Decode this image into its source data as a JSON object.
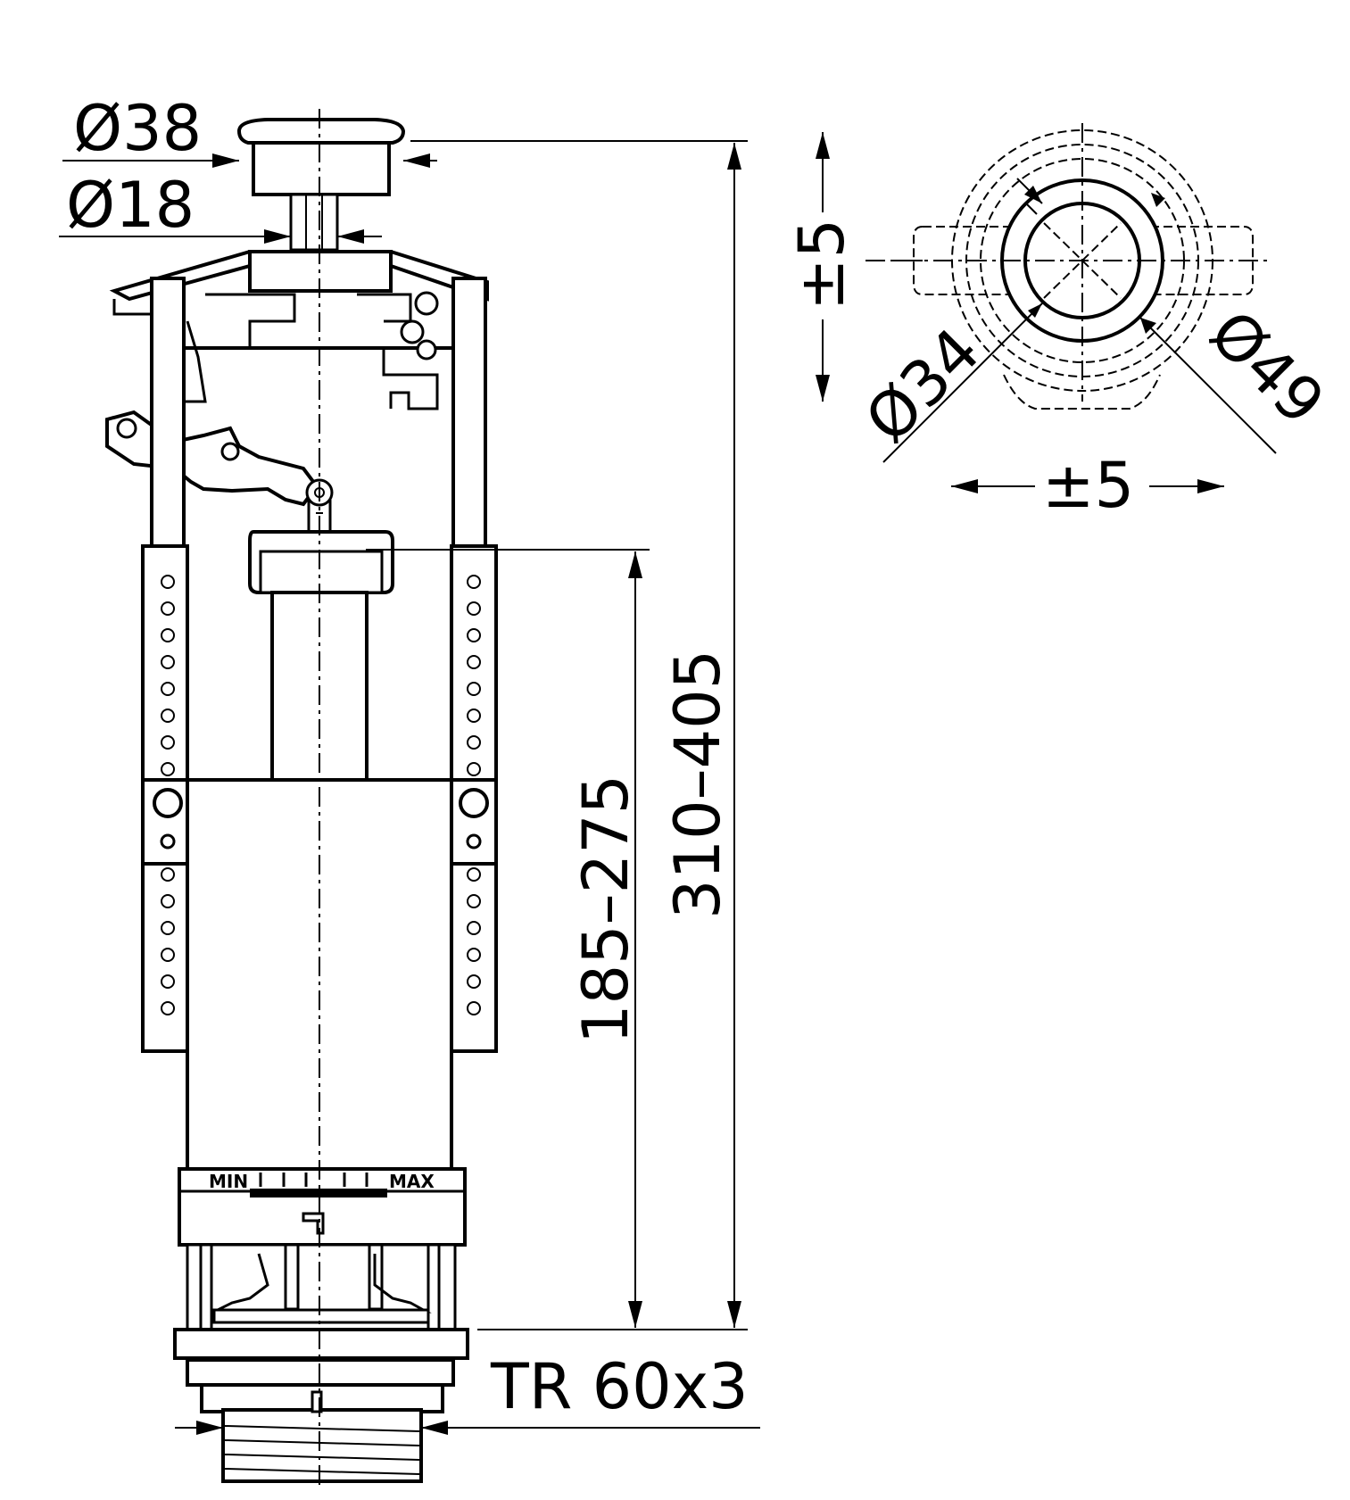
{
  "dimensions": {
    "button_diameter": "Ø38",
    "stem_diameter": "Ø18",
    "total_height": "310–405",
    "overflow_height": "185–275",
    "thread": "TR 60x3",
    "inner_diameter": "Ø34",
    "outer_diameter": "Ø49",
    "vertical_tolerance": "±5",
    "horizontal_tolerance": "±5"
  },
  "scale_labels": {
    "min": "MIN",
    "max": "MAX"
  }
}
